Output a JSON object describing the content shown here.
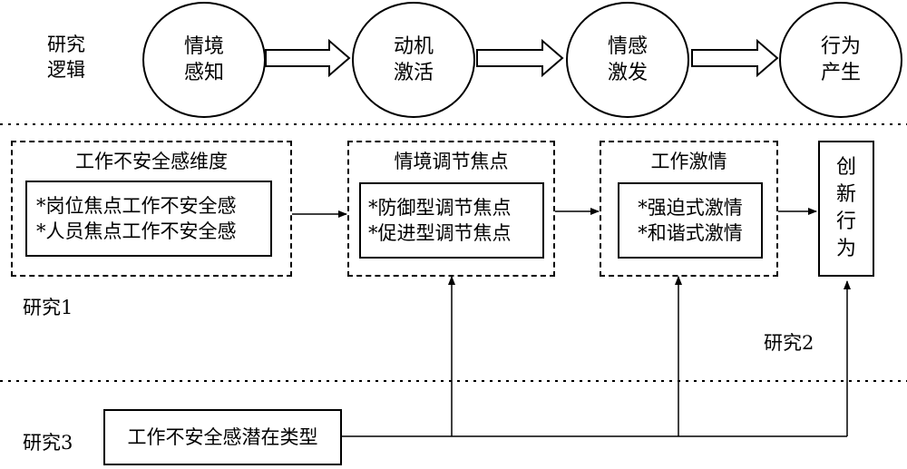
{
  "logic": {
    "label_line1": "研究",
    "label_line2": "逻辑",
    "steps": [
      {
        "line1": "情境",
        "line2": "感知"
      },
      {
        "line1": "动机",
        "line2": "激活"
      },
      {
        "line1": "情感",
        "line2": "激发"
      },
      {
        "line1": "行为",
        "line2": "产生"
      }
    ]
  },
  "box1": {
    "title": "工作不安全感维度",
    "items": [
      "*岗位焦点工作不安全感",
      "*人员焦点工作不安全感"
    ]
  },
  "box2": {
    "title": "情境调节焦点",
    "items": [
      "*防御型调节焦点",
      "*促进型调节焦点"
    ]
  },
  "box3": {
    "title": "工作激情",
    "items": [
      "*强迫式激情",
      "*和谐式激情"
    ]
  },
  "outcome": {
    "chars": [
      "创",
      "新",
      "行",
      "为"
    ]
  },
  "studies": {
    "study1": "研究1",
    "study2": "研究2",
    "study3": "研究3"
  },
  "latent_box": {
    "label": "工作不安全感潜在类型"
  }
}
